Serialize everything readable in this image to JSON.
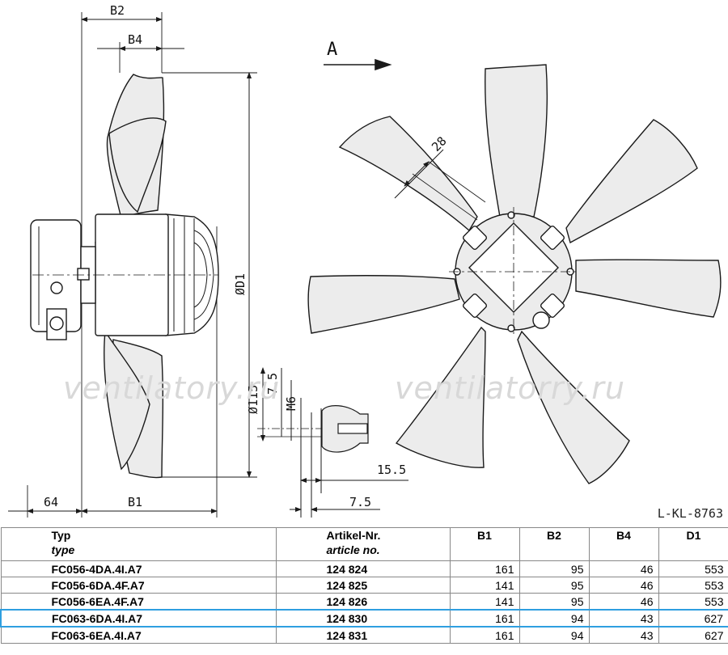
{
  "drawing": {
    "dim_labels": {
      "b2": "B2",
      "b4": "B4",
      "d1": "ØD1",
      "b1": "B1",
      "left_offset": "64",
      "angle_28": "28",
      "hub_dia": "Ø115",
      "hub_depth": "7.5",
      "thread": "M6",
      "face_depth": "15.5",
      "face_offset": "7.5",
      "view_arrow": "A"
    },
    "drawing_id": "L-KL-8763",
    "watermarks": [
      "ventilatory.ru",
      "ventilatorry.ru"
    ]
  },
  "table": {
    "headers": [
      {
        "main": "Typ",
        "sub": "type"
      },
      {
        "main": "Artikel-Nr.",
        "sub": "article no."
      },
      {
        "main": "B1",
        "sub": ""
      },
      {
        "main": "B2",
        "sub": ""
      },
      {
        "main": "B4",
        "sub": ""
      },
      {
        "main": "D1",
        "sub": ""
      }
    ],
    "rows": [
      {
        "type": "FC056-4DA.4I.A7",
        "article": "124 824",
        "b1": "161",
        "b2": "95",
        "b4": "46",
        "d1": "553",
        "highlighted": false
      },
      {
        "type": "FC056-6DA.4F.A7",
        "article": "124 825",
        "b1": "141",
        "b2": "95",
        "b4": "46",
        "d1": "553",
        "highlighted": false
      },
      {
        "type": "FC056-6EA.4F.A7",
        "article": "124 826",
        "b1": "141",
        "b2": "95",
        "b4": "46",
        "d1": "553",
        "highlighted": false
      },
      {
        "type": "FC063-6DA.4I.A7",
        "article": "124 830",
        "b1": "161",
        "b2": "94",
        "b4": "43",
        "d1": "627",
        "highlighted": true
      },
      {
        "type": "FC063-6EA.4I.A7",
        "article": "124 831",
        "b1": "161",
        "b2": "94",
        "b4": "43",
        "d1": "627",
        "highlighted": false
      }
    ]
  },
  "colors": {
    "blade_fill": "#ececec",
    "line": "#1a1a1a",
    "highlight": "#2e9fe0"
  }
}
